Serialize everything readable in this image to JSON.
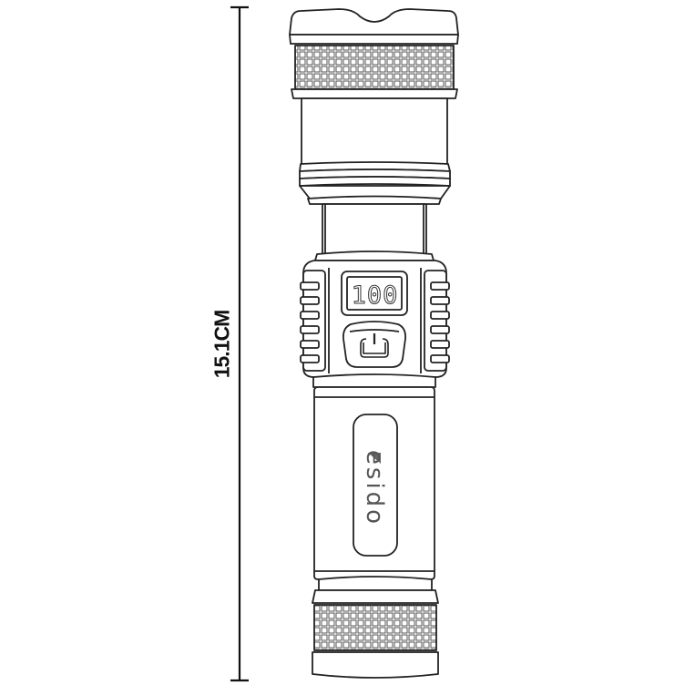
{
  "dimension": {
    "label": "15.1CM",
    "orientation": "vertical",
    "line_color": "#111111"
  },
  "product": {
    "type": "flashlight",
    "brand": "esido",
    "display": {
      "reading": "100"
    },
    "button": {
      "icon": "power-icon"
    },
    "stroke_color": "#222222",
    "fill_color": "#ffffff"
  }
}
